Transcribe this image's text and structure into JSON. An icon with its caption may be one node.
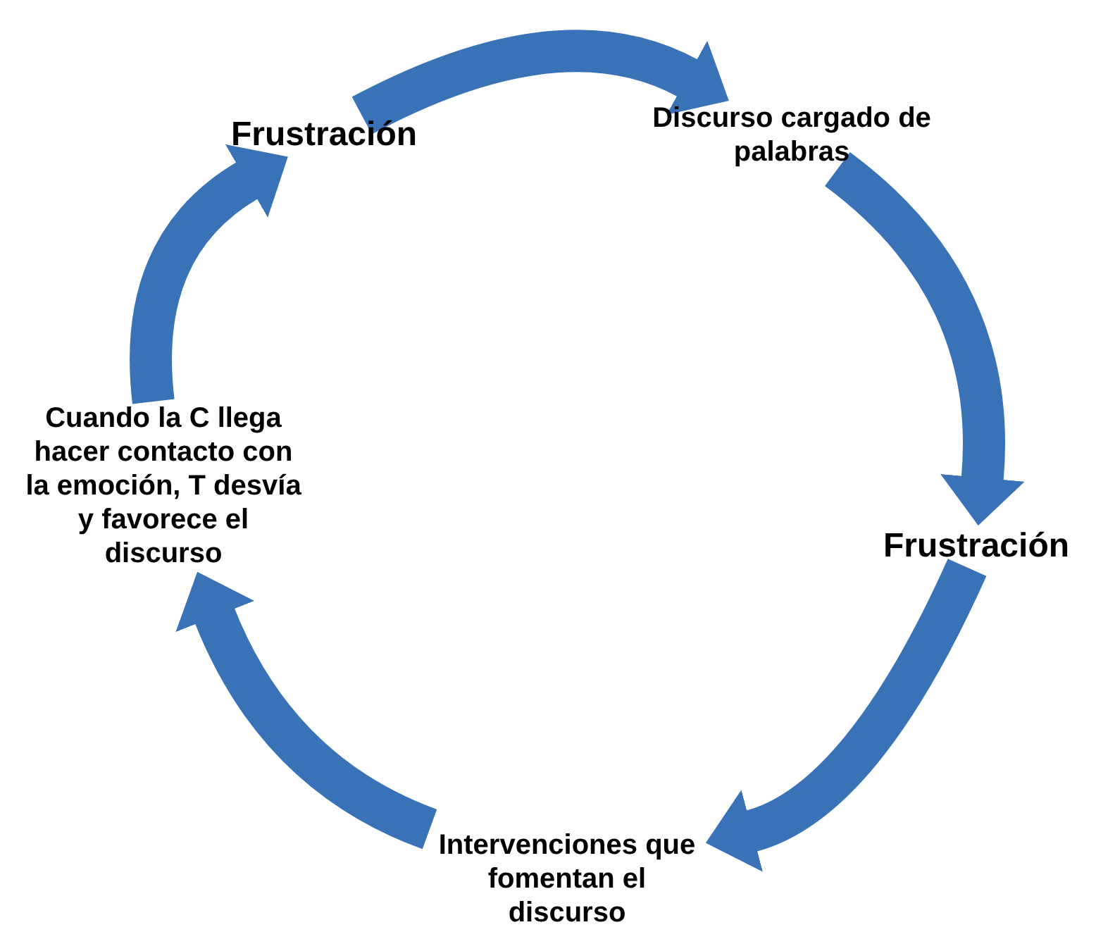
{
  "diagram": {
    "nodes": [
      {
        "text": [
          "Frustración"
        ]
      },
      {
        "text": [
          "Discurso cargado de palabras"
        ]
      },
      {
        "text": [
          "Frustración"
        ]
      },
      {
        "text": [
          "Intervenciones que fomentan el discurso"
        ]
      },
      {
        "text": [
          "Cuando la C llega hacer contacto con la emoción, T desvía y favorece el discurso"
        ]
      }
    ],
    "edges": [
      {
        "from": 0,
        "to": 1,
        "arrow": "to"
      },
      {
        "from": 1,
        "to": 2,
        "arrow": "to"
      },
      {
        "from": 2,
        "to": 3,
        "arrow": "to"
      },
      {
        "from": 3,
        "to": 4,
        "arrow": "to"
      },
      {
        "from": 4,
        "to": 0,
        "arrow": "to"
      }
    ]
  }
}
